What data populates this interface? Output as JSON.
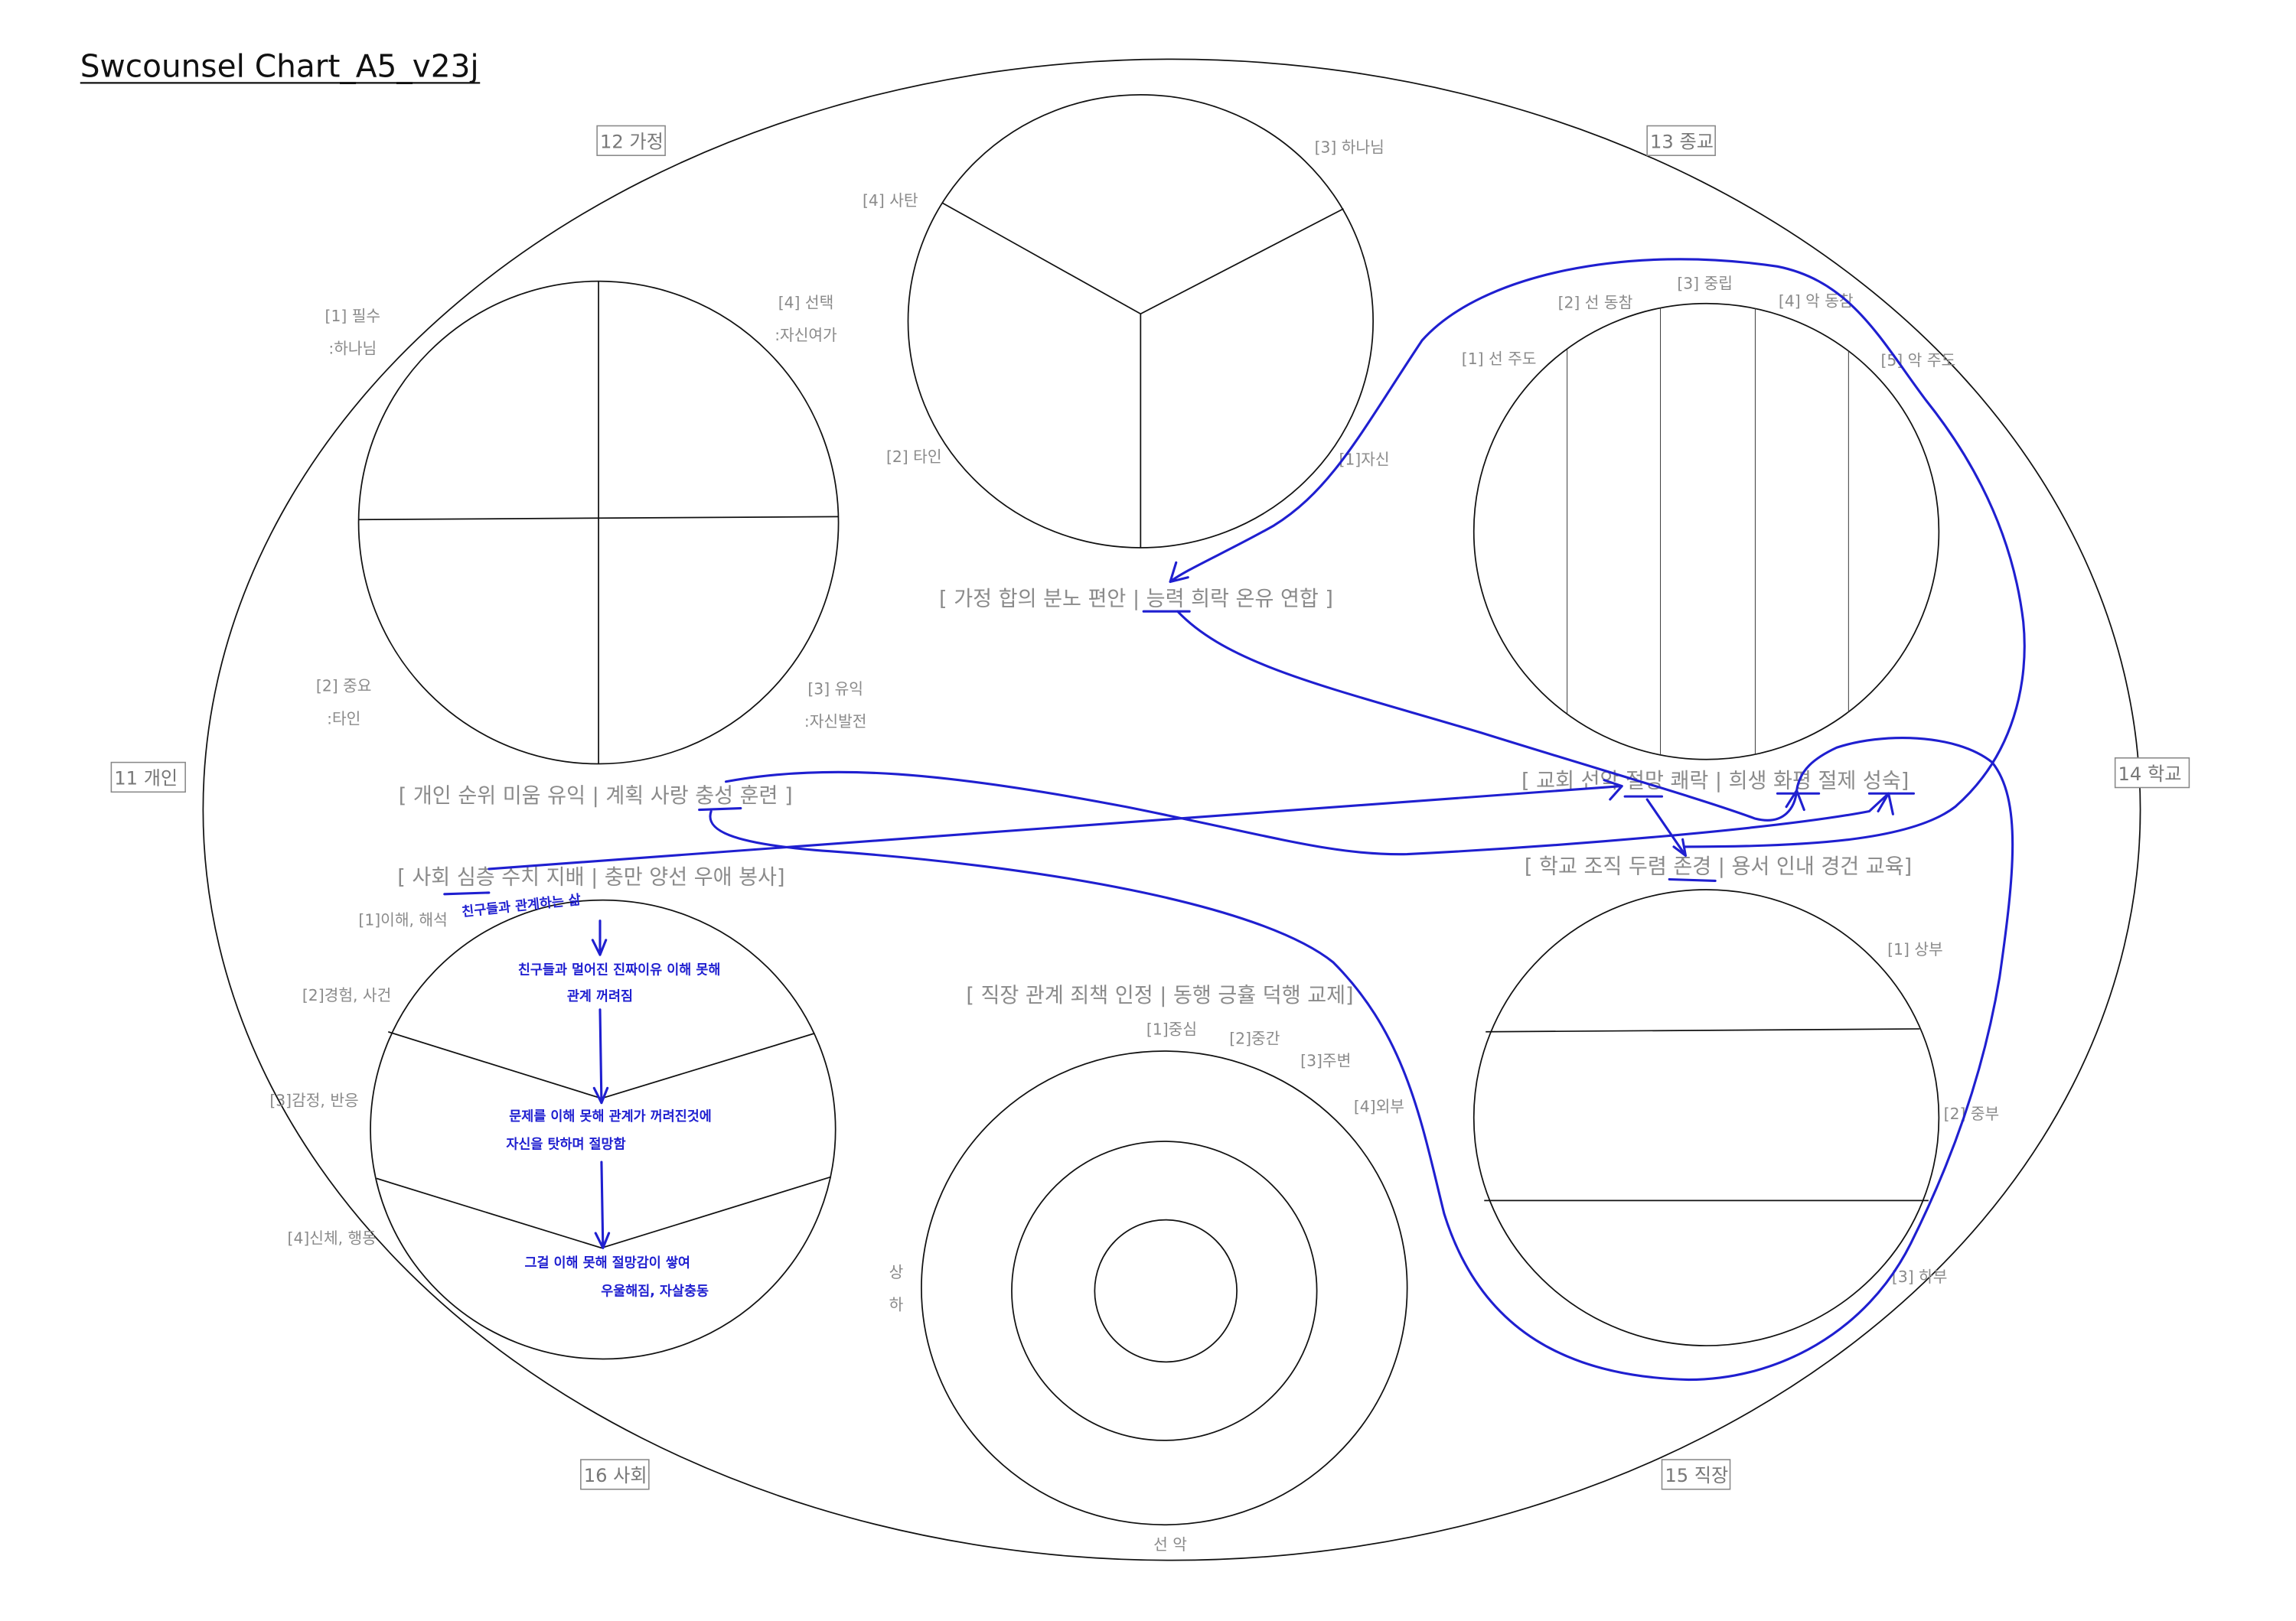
{
  "title": "Swcounsel Chart_A5_v23j",
  "colors": {
    "ink": "#111111",
    "label_gray": "#8a8a8a",
    "annotation_blue": "#1f1fd0"
  },
  "sections": {
    "s11": "11 개인",
    "s12": "12 가정",
    "s13": "13 종교",
    "s14": "14 학교",
    "s15": "15 직장",
    "s16": "16 사회"
  },
  "quad_circle": {
    "labels": [
      "[1] 필수",
      ":하나님",
      "[4] 선택",
      ":자신여가",
      "[2] 중요",
      ":타인",
      "[3] 유익",
      ":자신발전"
    ]
  },
  "tri_circle": {
    "labels": [
      "[4] 사탄",
      "[3] 하나님",
      "[2] 타인",
      "[1]자신"
    ]
  },
  "stripe_circle": {
    "labels": [
      "[1] 선 주도",
      "[2] 선 동참",
      "[3] 중립",
      "[4] 악 동참",
      "[5] 악 주도"
    ]
  },
  "band_circle": {
    "labels": [
      "[1] 상부",
      "[2] 중부",
      "[3] 하부"
    ]
  },
  "ring_circle": {
    "labels": [
      "[1]중심",
      "[2]중간",
      "[3]주변",
      "[4]외부"
    ],
    "axis_vertical": [
      "상",
      "하"
    ],
    "axis_horizontal": "선 악"
  },
  "chevron_circle": {
    "labels": [
      "[1]이해, 해석",
      "[2]경험, 사건",
      "[3]감정, 반응",
      "[4]신체, 행동"
    ]
  },
  "virtue_lines": {
    "personal": "[ 개인 순위 미움 유익 | 계획 사랑 충성 훈련 ]",
    "family": "[ 가정 합의 분노 편안 | 능력 희락 온유 연합 ]",
    "church": "[ 교회 선악 절망 쾌락 | 희생 화평 절제 성숙]",
    "school": "[ 학교 조직 두렴 존경 | 용서 인내 경건 교육]",
    "work": "[ 직장 관계 죄책 인정 | 동행 긍휼 덕행 교제]",
    "society": "[ 사회 심층 수치 지배 | 충만 양선 우애 봉사]"
  },
  "handwritten_notes": {
    "top": "친구들과 관계하는 삶",
    "step1_line1": "친구들과 멀어진 진짜이유 이해 못해",
    "step1_line2": "관계 꺼려짐",
    "step2_line1": "문제를 이해 못해 관계가 꺼려진것에",
    "step2_line2": "자신을 탓하며 절망함",
    "step3_line1": "그걸 이해 못해 절망감이 쌓여",
    "step3_line2": "우울해짐, 자살충동"
  }
}
